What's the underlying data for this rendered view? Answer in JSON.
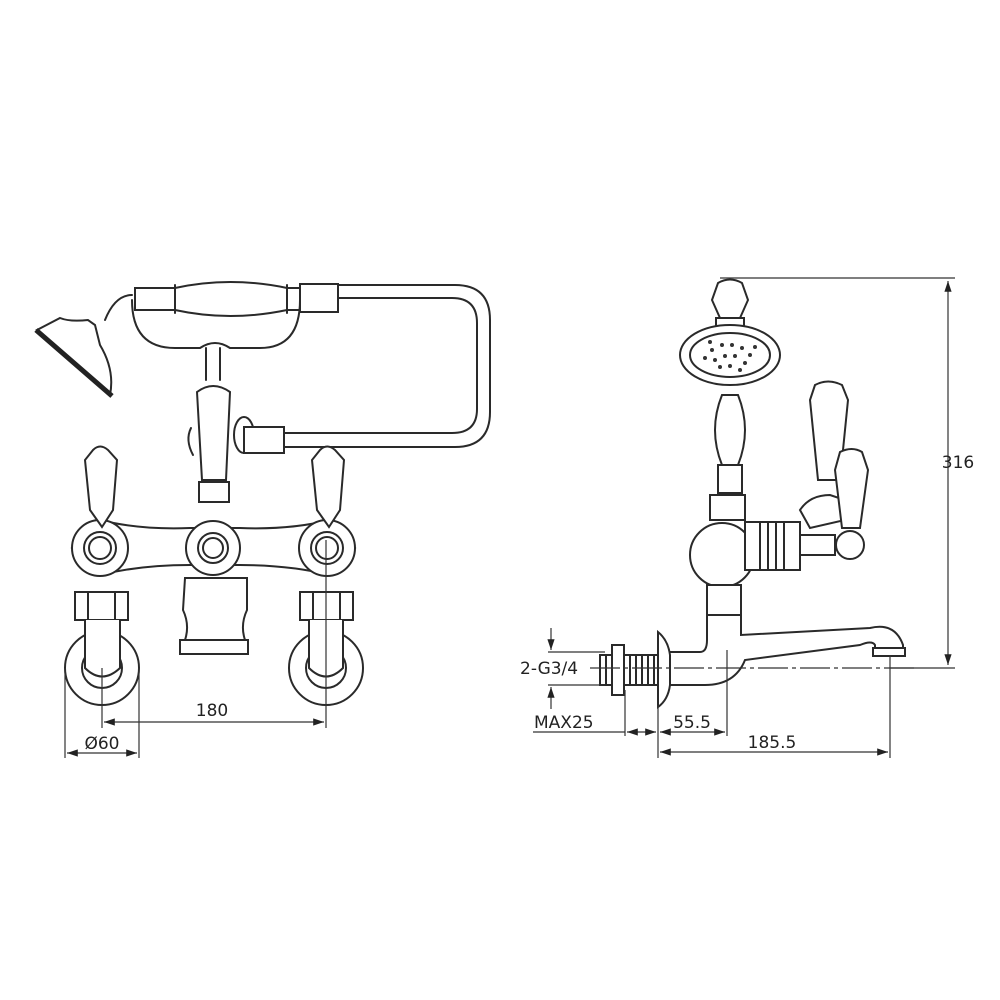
{
  "front_view": {
    "dimensions": {
      "center_distance": "180",
      "flange_diameter": "Ø60"
    }
  },
  "side_view": {
    "dimensions": {
      "thread": "2-G3/4",
      "max_wall": "MAX25",
      "wall_to_body": "55.5",
      "projection": "185.5",
      "height": "316"
    }
  },
  "colors": {
    "line": "#2a2a2a",
    "background": "#ffffff"
  }
}
